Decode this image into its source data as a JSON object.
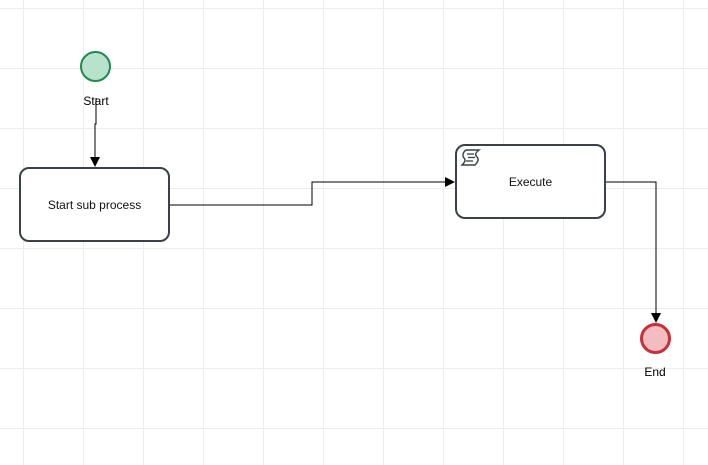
{
  "diagram": {
    "start_event": {
      "label": "Start",
      "color": "#1d8a4e",
      "fill": "#b9e2cc"
    },
    "end_event": {
      "label": "End",
      "color": "#c6303a",
      "fill": "#f2bcc1"
    },
    "tasks": [
      {
        "label": "Start sub process",
        "icon": "none"
      },
      {
        "label": "Execute",
        "icon": "script-icon"
      }
    ],
    "grid": true
  }
}
